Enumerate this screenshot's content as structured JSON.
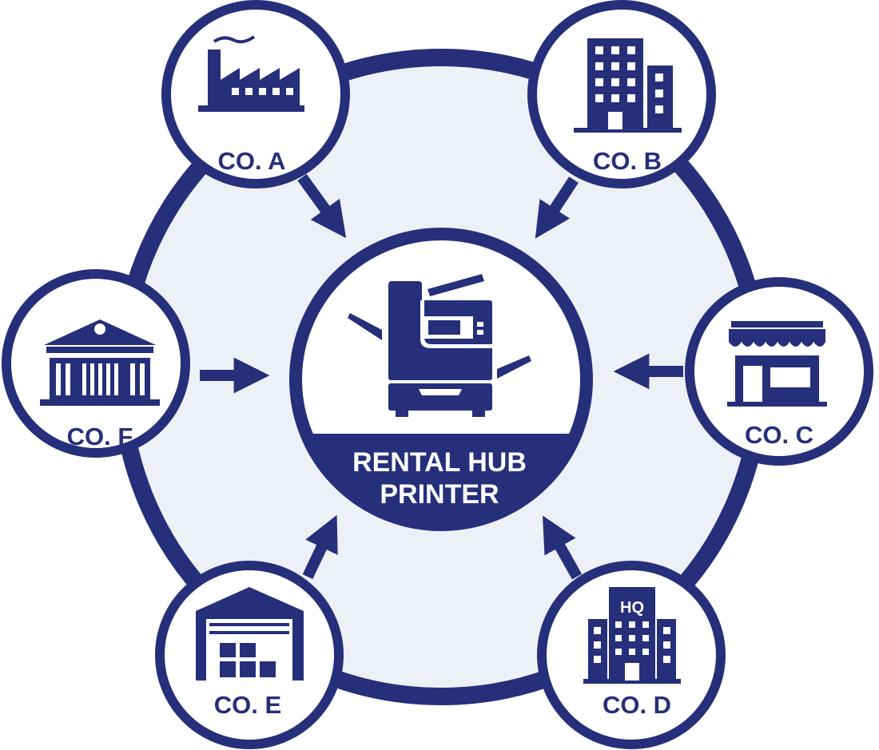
{
  "colors": {
    "primary": "#252f7a",
    "ring_fill": "#eef0f8",
    "node_fill": "#ffffff"
  },
  "hub": {
    "line1": "RENTAL HUB",
    "line2": "PRINTER",
    "icon": "printer-icon"
  },
  "nodes": [
    {
      "label": "CO. A",
      "icon": "factory-icon"
    },
    {
      "label": "CO. B",
      "icon": "office-building-icon"
    },
    {
      "label": "CO. C",
      "icon": "storefront-icon"
    },
    {
      "label": "CO. D",
      "icon": "headquarters-building-icon",
      "badge": "HQ"
    },
    {
      "label": "CO. E",
      "icon": "warehouse-icon"
    },
    {
      "label": "CO. F",
      "icon": "bank-building-icon"
    }
  ]
}
